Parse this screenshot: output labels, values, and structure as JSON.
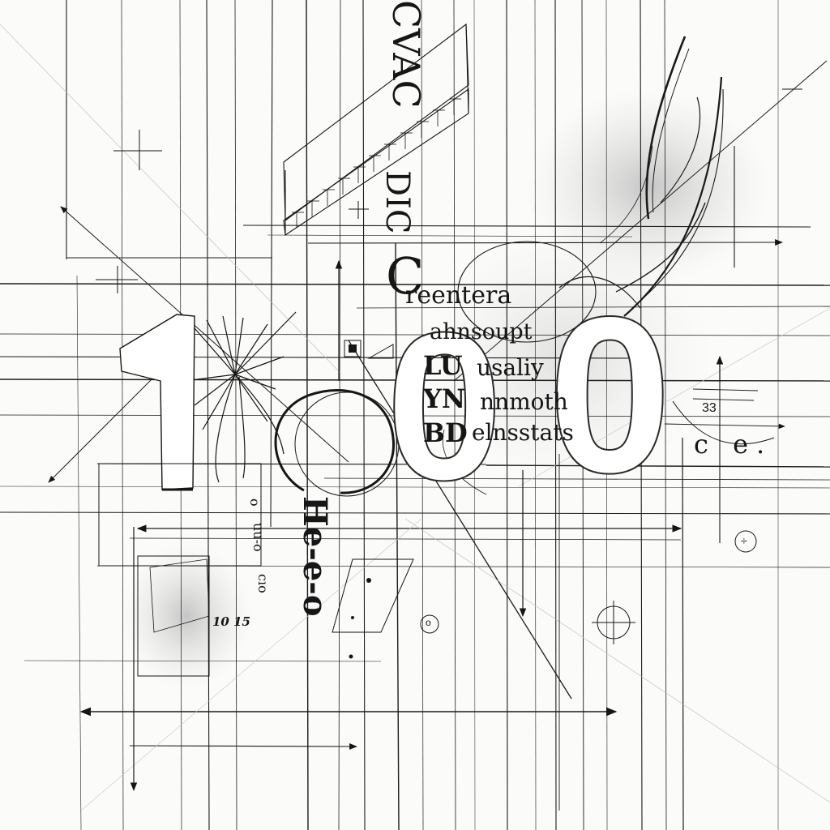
{
  "texts": {
    "big_one": "1",
    "big_zero_a": "0",
    "big_zero_b": "0",
    "vertical_top": "CVAC",
    "vertical_mid": "DIC",
    "bracket_glyph": "C",
    "line_1": "reentera",
    "line_2": "ahnsoupt",
    "line_3_prefix": "LU",
    "line_3_word": "usaliy",
    "line_4_prefix": "YN",
    "line_4_word": "nnmoth",
    "line_5_prefix": "BD",
    "line_5_word": "elnsstats",
    "vertical_bottom": "He-e-o",
    "side_note_1": "uu-o",
    "side_note_2": "o",
    "side_note_3": "cıo",
    "box_number": "10 15",
    "right_number": "33",
    "right_letters": "c e.",
    "circle_mark_1": "o",
    "circle_mark_2": "÷"
  },
  "colors": {
    "ink": "#161616",
    "paper": "#fbfbfa",
    "shade": "#8c8c8c"
  }
}
